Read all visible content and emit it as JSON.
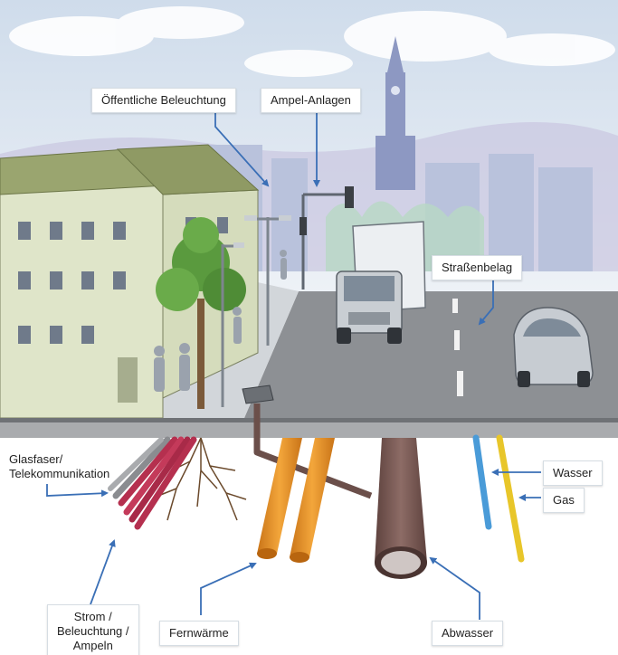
{
  "labels": {
    "lighting": "Öffentliche Beleuchtung",
    "traffic_lights": "Ampel-Anlagen",
    "road_surface": "Straßenbelag",
    "fiber_line1": "Glasfaser/",
    "fiber_line2": "Telekommunikation",
    "water": "Wasser",
    "gas": "Gas",
    "power_line1": "Strom /",
    "power_line2": "Beleuchtung /",
    "power_line3": "Ampeln",
    "district_heating": "Fernwärme",
    "sewage": "Abwasser"
  },
  "colors": {
    "sky": "#e6eef6",
    "road": "#8d9094",
    "soil": "#ffffff",
    "building": "#dfe5c9",
    "roof": "#9aa56f",
    "tree": "#5a9a3e",
    "fiber_red": "#b5304f",
    "fiber_grey": "#8a8c90",
    "heating_orange": "#e8962c",
    "sewer_brown": "#7a5a55",
    "water_blue": "#4a9bd8",
    "gas_yellow": "#e8c62a",
    "arrow_blue": "#3a6fb6"
  },
  "icons": [
    "truck-icon",
    "car-icon",
    "tree-icon",
    "church-icon",
    "traffic-light-icon",
    "street-lamp-icon"
  ]
}
